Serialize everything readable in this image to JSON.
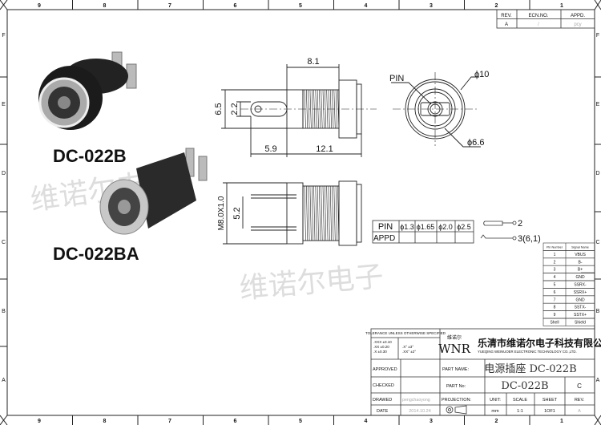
{
  "zones": {
    "columns": [
      "9",
      "8",
      "7",
      "6",
      "5",
      "4",
      "3",
      "2",
      "1"
    ],
    "rows": [
      "F",
      "E",
      "D",
      "C",
      "B",
      "A"
    ]
  },
  "revision_table": {
    "headers": [
      "REV.",
      "ECN.NO.",
      "APPD."
    ],
    "row": [
      "A",
      "/",
      "pcy"
    ]
  },
  "products": [
    "DC-022B",
    "DC-022BA"
  ],
  "watermark": "维诺尔电子",
  "dimensions": {
    "top_view": [
      "8.1",
      "6.5",
      "2.2",
      "5.9",
      "12.1"
    ],
    "front_view": {
      "pin_label": "PIN",
      "outer_dia": "ϕ10",
      "inner_dia": "ϕ6.6"
    },
    "side_view": [
      "M8.0X1.0",
      "5.2"
    ]
  },
  "pin_table": {
    "headers": [
      "PIN",
      "ϕ1.3",
      "ϕ1.65",
      "ϕ2.0",
      "ϕ2.5"
    ],
    "row_label": "APPD",
    "callouts": [
      "2",
      "3(6,1)"
    ]
  },
  "signal_table": {
    "headers": [
      "Pin Number",
      "Signal Name"
    ],
    "rows": [
      [
        "1",
        "VBUS"
      ],
      [
        "2",
        "B-"
      ],
      [
        "3",
        "B+"
      ],
      [
        "4",
        "GND"
      ],
      [
        "5",
        "SSRX-"
      ],
      [
        "6",
        "SSRX+"
      ],
      [
        "7",
        "GND"
      ],
      [
        "8",
        "SSTX-"
      ],
      [
        "9",
        "SSTX+"
      ],
      [
        "Shell",
        "Shield"
      ]
    ]
  },
  "title_block": {
    "tolerance_title": "TOLERANCE UNLESS OTHERWISE SPECIFIED",
    "tolerances": [
      ".XXX ±0.10",
      ".XX ±0.20",
      ".X ±0.30",
      ".X° ±3°",
      ".XX° ±2°"
    ],
    "logo_cn": "维诺尔",
    "logo": "WNR",
    "company_cn": "乐清市维诺尔电子科技有限公司",
    "company_en": "YUEQING WEINUOER ELECTRONIC TECHNOLOGY CO.,LTD.",
    "approved_label": "APPROVED",
    "checked_label": "CHECKED",
    "drawed_label": "DRAWED",
    "drawed_value": "pengchaoyong",
    "date_label": "DATE",
    "date_value": "2014.10.24",
    "part_name_label": "PART NAME:",
    "part_name": "电源插座 DC-022B",
    "part_no_label": "PART No:",
    "part_no": "DC-022B",
    "rev_value": "C",
    "projection_label": "PROJECTION:",
    "unit_label": "UNIT:",
    "unit": "mm",
    "scale_label": "SCALE",
    "scale": "1:1",
    "sheet_label": "SHEET",
    "sheet": "1OF1",
    "rev_label": "REV.",
    "rev": "A"
  }
}
